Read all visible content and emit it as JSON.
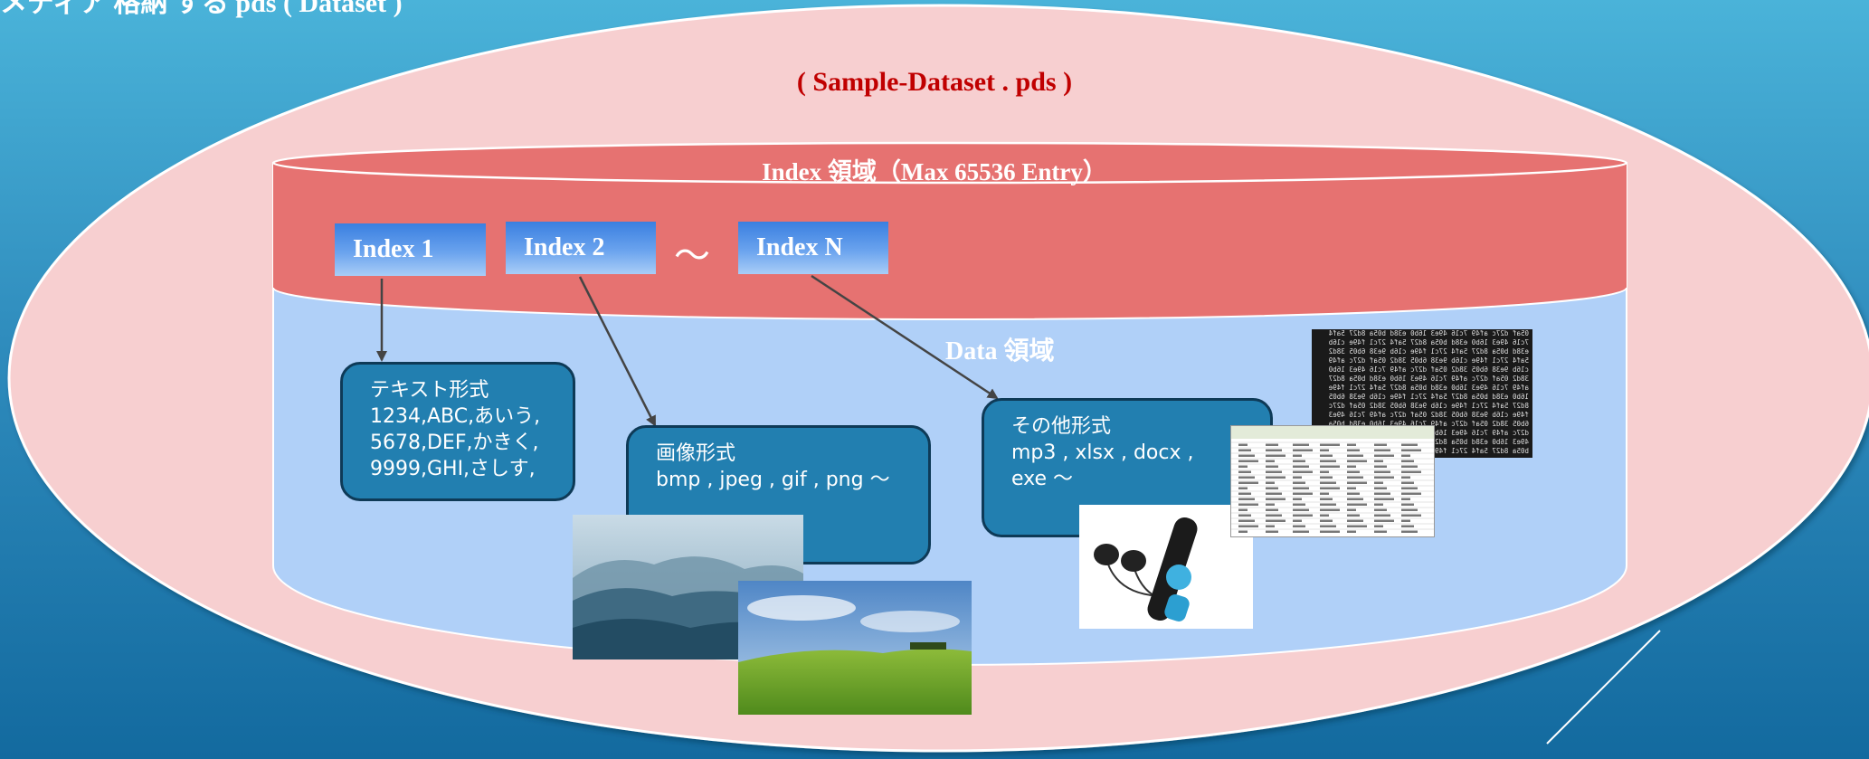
{
  "header": {
    "title": "メディア 格納 する pds ( Dataset )"
  },
  "diagram": {
    "dataset_name": "(  Sample-Dataset . pds )",
    "index_area_label": "Index 領域（Max 65536 Entry）",
    "data_area_label": "Data 領域",
    "indexes": [
      "Index 1",
      "Index 2",
      "Index N"
    ],
    "index_separator": "〜",
    "boxes": {
      "text": {
        "title": "テキスト形式",
        "lines": [
          "1234,ABC,あいう,",
          "5678,DEF,かきく,",
          "9999,GHI,さしす,"
        ]
      },
      "image": {
        "title": "画像形式",
        "lines": [
          "bmp , jpeg , gif , png 〜"
        ]
      },
      "other": {
        "title": "その他形式",
        "lines": [
          "mp3 , xlsx , docx ,",
          "exe 〜"
        ]
      }
    }
  },
  "colors": {
    "outer_ellipse": "#f7cfd0",
    "index_band": "#e67271",
    "data_area": "#b0d0f8",
    "box_fill": "#227fb0",
    "dataset_name_text": "#c00000"
  },
  "images": {
    "photo_misty_forest": "misty-forest-photo",
    "photo_green_field": "green-field-photo",
    "photo_music_player": "music-player-photo",
    "photo_hex_dump": "hex-dump-screenshot",
    "photo_spreadsheet": "spreadsheet-screenshot"
  }
}
